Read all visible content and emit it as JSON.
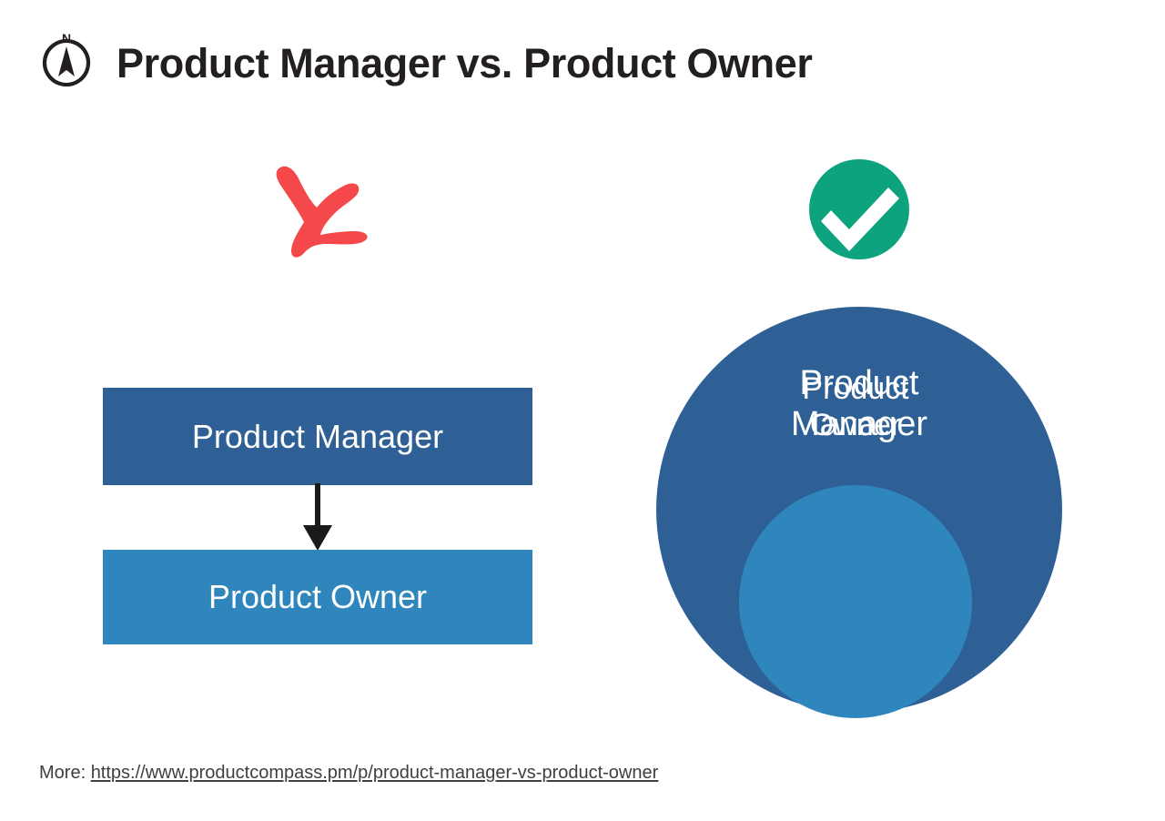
{
  "header": {
    "title": "Product Manager vs. Product Owner",
    "logo_icon": "compass-icon",
    "logo_north_label": "N"
  },
  "marks": {
    "wrong": {
      "icon": "red-cross-icon",
      "color": "#F5484B"
    },
    "right": {
      "icon": "green-check-circle-icon",
      "color": "#0DA37E"
    }
  },
  "left_diagram": {
    "caption_mark": "wrong",
    "boxes": [
      {
        "label": "Product Manager",
        "color": "#2E6096"
      },
      {
        "label": "Product Owner",
        "color": "#2E86BC"
      }
    ],
    "connector_icon": "down-arrow-icon"
  },
  "right_diagram": {
    "caption_mark": "right",
    "outer_circle": {
      "label": "Product\nManager",
      "color": "#2E6096"
    },
    "inner_circle": {
      "label": "Product\nOwner",
      "color": "#2E86BC"
    }
  },
  "footer": {
    "prefix": "More: ",
    "url": "https://www.productcompass.pm/p/product-manager-vs-product-owner"
  }
}
